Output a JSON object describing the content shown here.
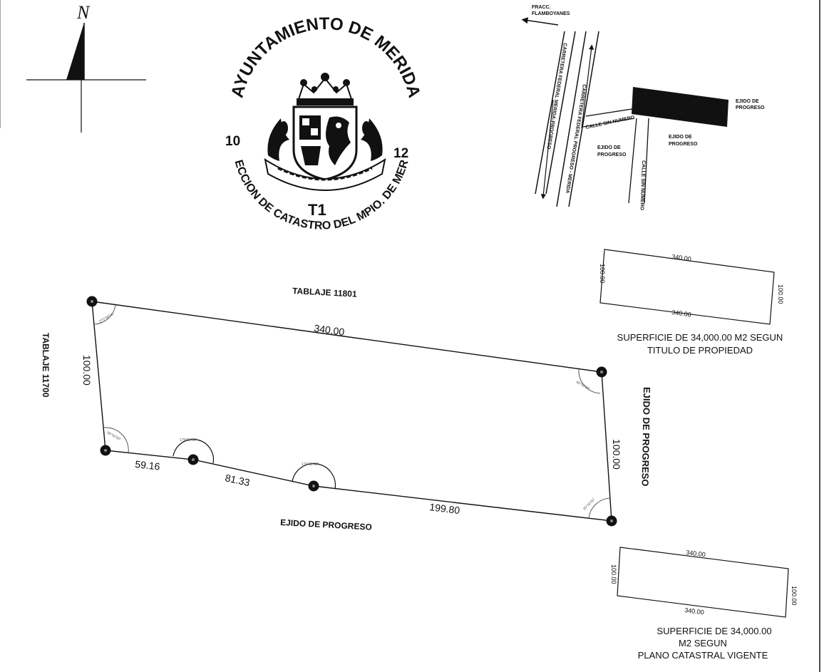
{
  "north": {
    "symbol": "N"
  },
  "seal": {
    "top_text": "AYUNTAMIENTO DE MERIDA",
    "bottom_text": "DIRECCION DE CATASTRO DEL MPIO. DE MERIDA",
    "left_number": "10",
    "right_number": "12",
    "code": "T1"
  },
  "location_map": {
    "arrow_label_1": "FRACC.",
    "arrow_label_2": "FLAMBOYANES",
    "road_west": "CARRETERA FEDERAL MERIDA-PROGRESO",
    "road_east": "CARRETERA FEDERAL PROGRESO - MERIDA",
    "street_horizontal": "CALLE SIN NUMERO",
    "street_vertical": "CALLE SIN NUMERO",
    "ejido_right_1": "EJIDO DE",
    "ejido_right_2": "PROGRESO",
    "ejido_center_1": "EJIDO DE",
    "ejido_center_2": "PROGRESO",
    "ejido_left_1": "EJIDO DE",
    "ejido_left_2": "PROGRESO"
  },
  "main_plot": {
    "north_neighbor": "TABLAJE 11801",
    "west_neighbor": "TABLAJE 11700",
    "east_neighbor": "EJIDO DE PROGRESO",
    "south_neighbor": "EJIDO DE PROGRESO",
    "side_north": "340.00",
    "side_west": "100.00",
    "side_east": "100.00",
    "side_south_1": "59.16",
    "side_south_2": "81.33",
    "side_south_3": "199.80",
    "angles": [
      "270°00'00\"",
      "179°51'56\"",
      "174°31'43\"",
      "90°00'00\"",
      "90°00'00\"",
      "90°00'00\""
    ]
  },
  "title_diagram": {
    "top": "340.00",
    "bottom": "340.00",
    "left": "100.00",
    "right": "100.00",
    "caption_1": "SUPERFICIE DE 34,000.00 M2 SEGUN",
    "caption_2": "TITULO DE PROPIEDAD"
  },
  "cadastral_diagram": {
    "top": "340.00",
    "bottom": "340.00",
    "left": "100.00",
    "right": "100.00",
    "caption_1": "SUPERFICIE DE 34,000.00",
    "caption_2": "M2 SEGUN",
    "caption_3": "PLANO CATASTRAL VIGENTE"
  }
}
